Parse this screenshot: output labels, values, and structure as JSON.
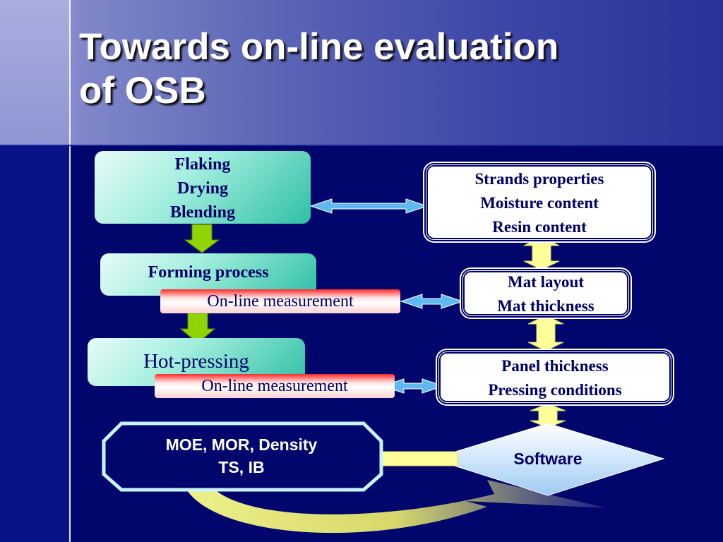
{
  "slide": {
    "title_line1": "Towards on-line evaluation",
    "title_line2": "of OSB"
  },
  "process": {
    "stage1": [
      "Flaking",
      "Drying",
      "Blending"
    ],
    "stage2": "Forming process",
    "stage3": "Hot-pressing",
    "measurement1": "On-line measurement",
    "measurement2": "On-line measurement"
  },
  "properties": {
    "box1": [
      "Strands properties",
      "Moisture content",
      "Resin content"
    ],
    "box2": [
      "Mat layout",
      "Mat thickness"
    ],
    "box3": [
      "Panel thickness",
      "Pressing conditions"
    ]
  },
  "software": {
    "label": "Software"
  },
  "output": {
    "line1": "MOE, MOR, Density",
    "line2": "TS, IB"
  },
  "colors": {
    "background": "#00066b",
    "teal": "#2fc0a4",
    "arrow_green": "#8fd400",
    "arrow_yellow": "#ffff99",
    "arrow_blue": "#5fb8f0"
  }
}
